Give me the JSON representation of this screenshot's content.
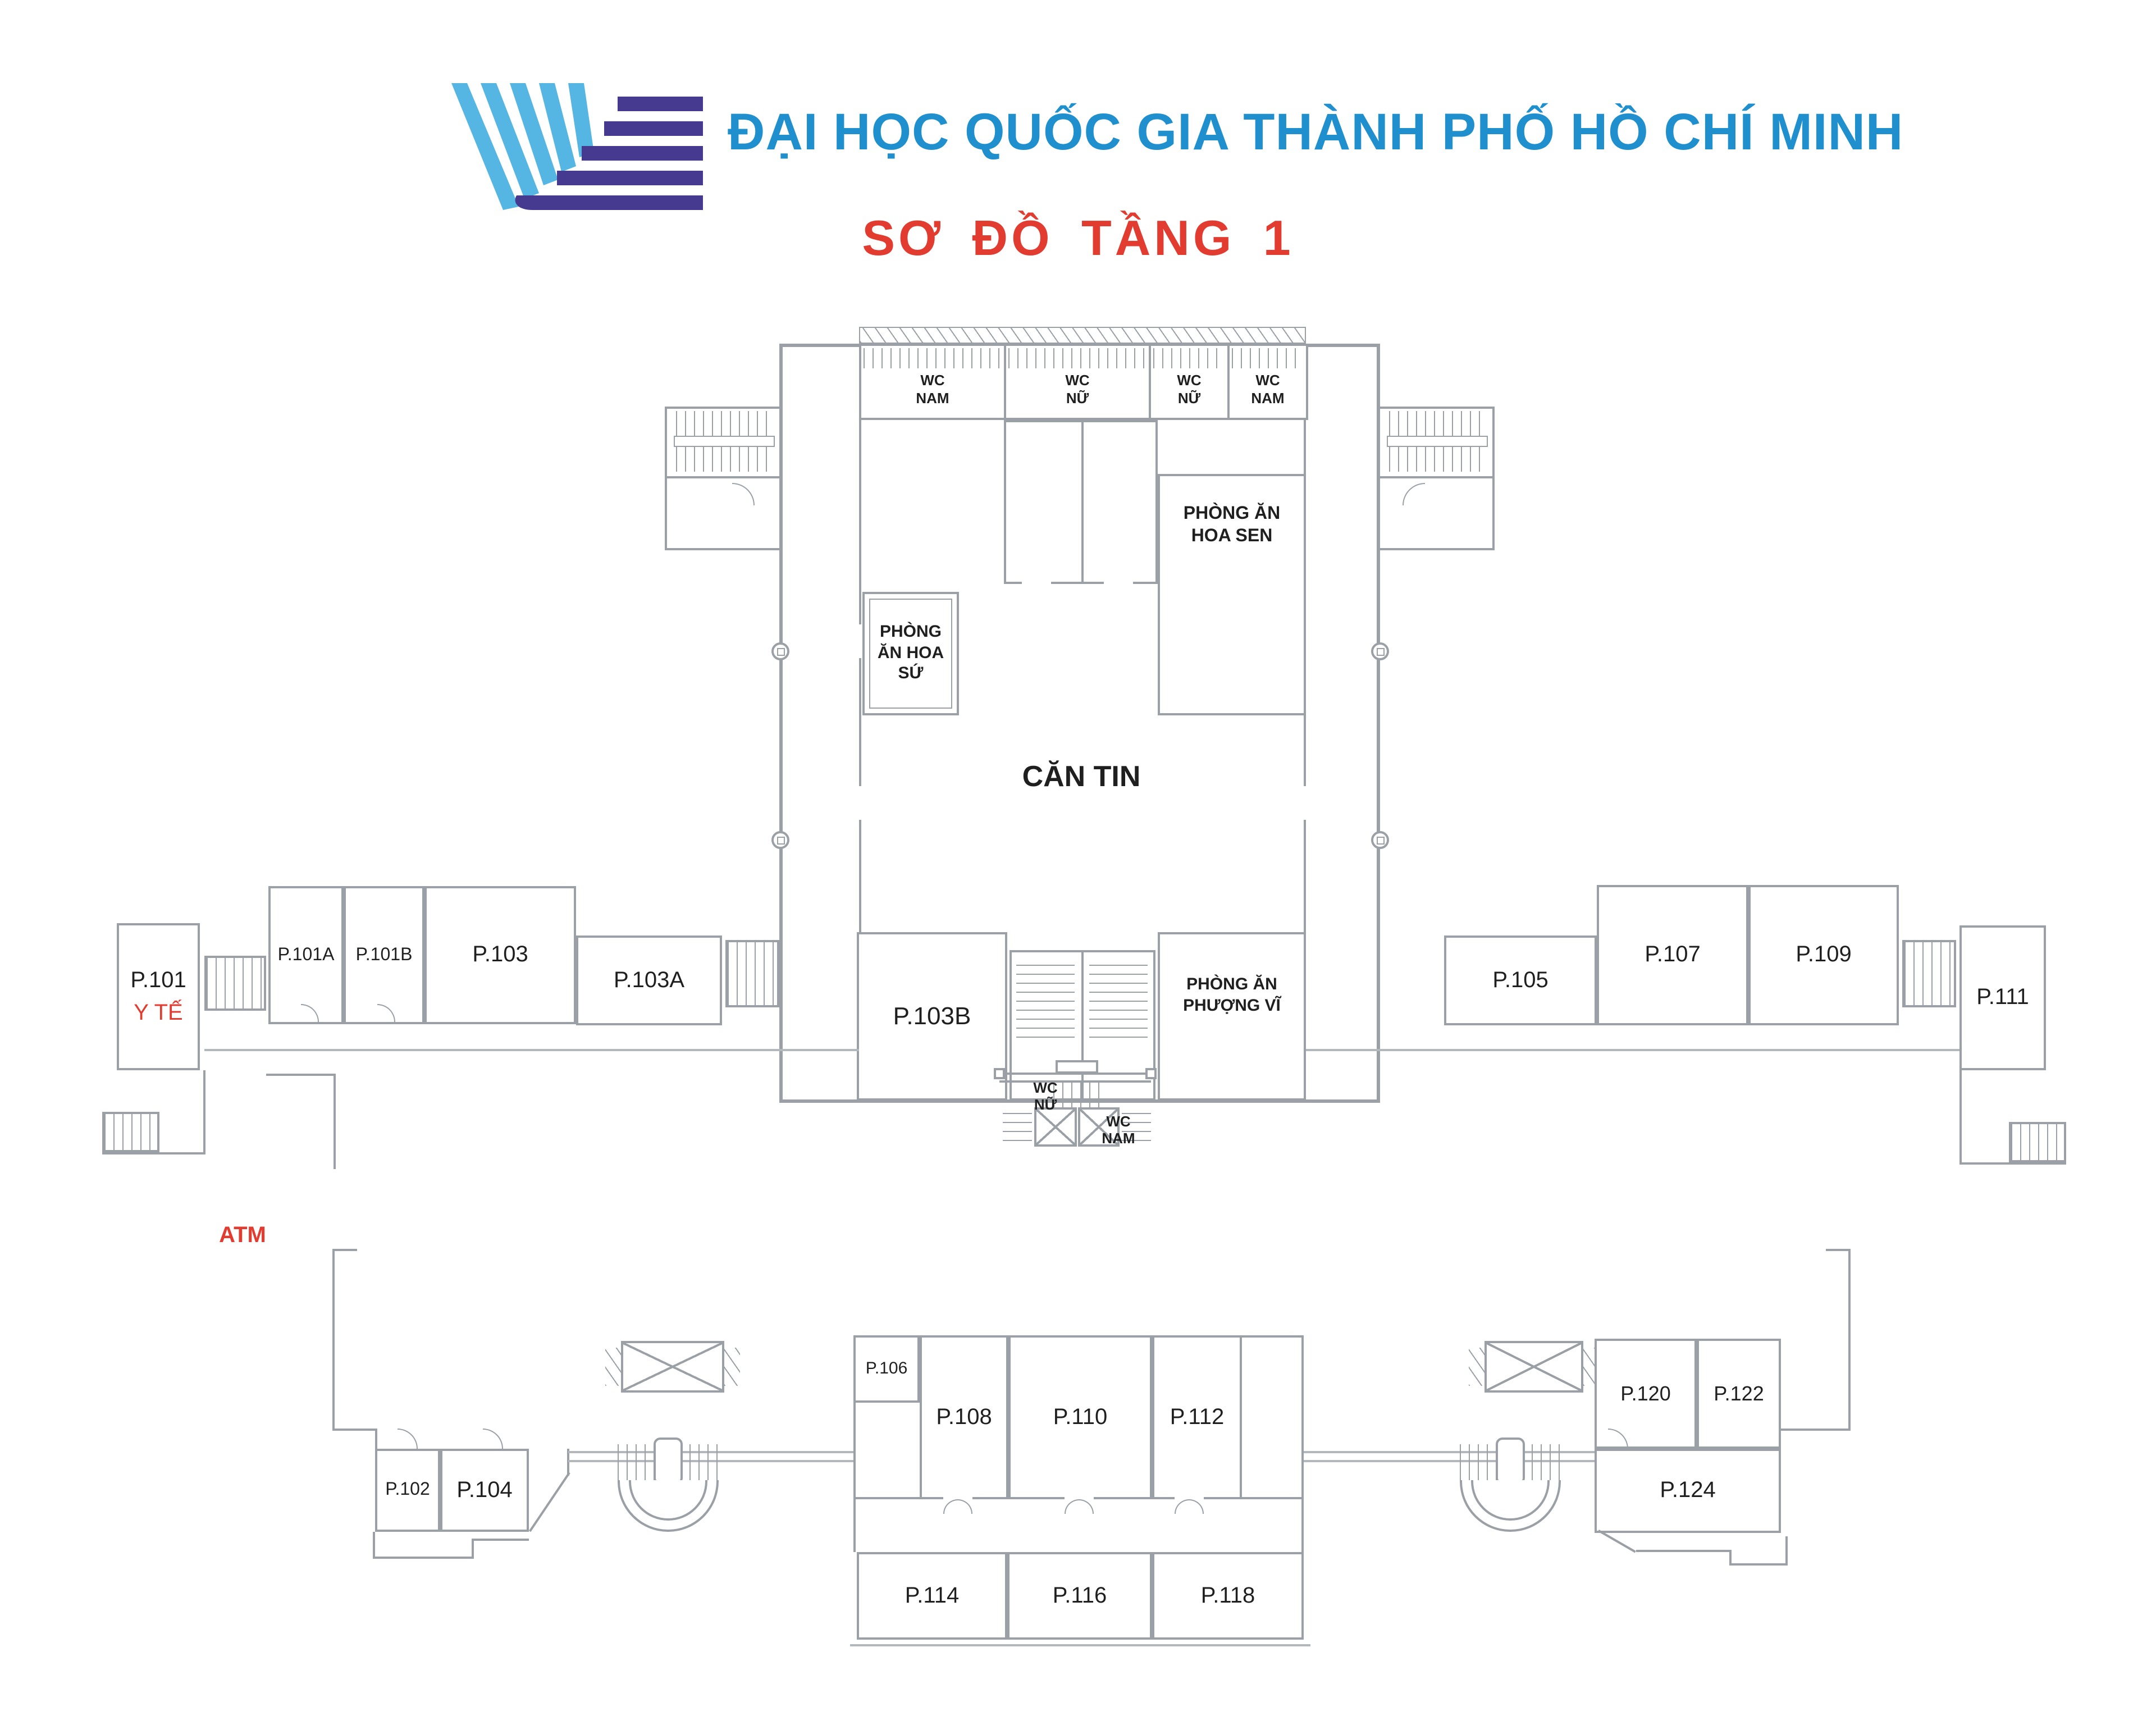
{
  "header": {
    "university": "ĐẠI HỌC QUỐC GIA THÀNH PHỐ HỒ CHÍ MINH",
    "plan_title": "SƠ ĐỒ TẦNG 1"
  },
  "colors": {
    "title_blue": "#1f8fce",
    "accent_red": "#e23b30",
    "wall_gray": "#9aa0a6",
    "label_ink": "#1f1f1f",
    "logo_blue": "#56b6e3",
    "logo_purple": "#453a8f"
  },
  "labels": {
    "wc_nam_a": "WC NAM",
    "wc_nu_b": "WC NỮ",
    "wc_nu_c": "WC NỮ",
    "wc_nam_d": "WC NAM",
    "phong_an_hoa_su": "PHÒNG ĂN HOA SỨ",
    "phong_an_hoa_sen": "PHÒNG ĂN HOA SEN",
    "can_tin": "CĂN TIN",
    "p101": "P.101",
    "y_te": "Y TẾ",
    "atm": "ATM",
    "p101a": "P.101A",
    "p101b": "P.101B",
    "p103": "P.103",
    "p103a": "P.103A",
    "p103b": "P.103B",
    "wc_nu_core": "WC NỮ",
    "wc_nam_core": "WC NAM",
    "phong_an_phuong_vi": "PHÒNG ĂN PHƯỢNG VĨ",
    "p105": "P.105",
    "p107": "P.107",
    "p109": "P.109",
    "p111": "P.111",
    "p102": "P.102",
    "p104": "P.104",
    "p106": "P.106",
    "p108": "P.108",
    "p110": "P.110",
    "p112": "P.112",
    "p114": "P.114",
    "p116": "P.116",
    "p118": "P.118",
    "p120": "P.120",
    "p122": "P.122",
    "p124": "P.124"
  }
}
